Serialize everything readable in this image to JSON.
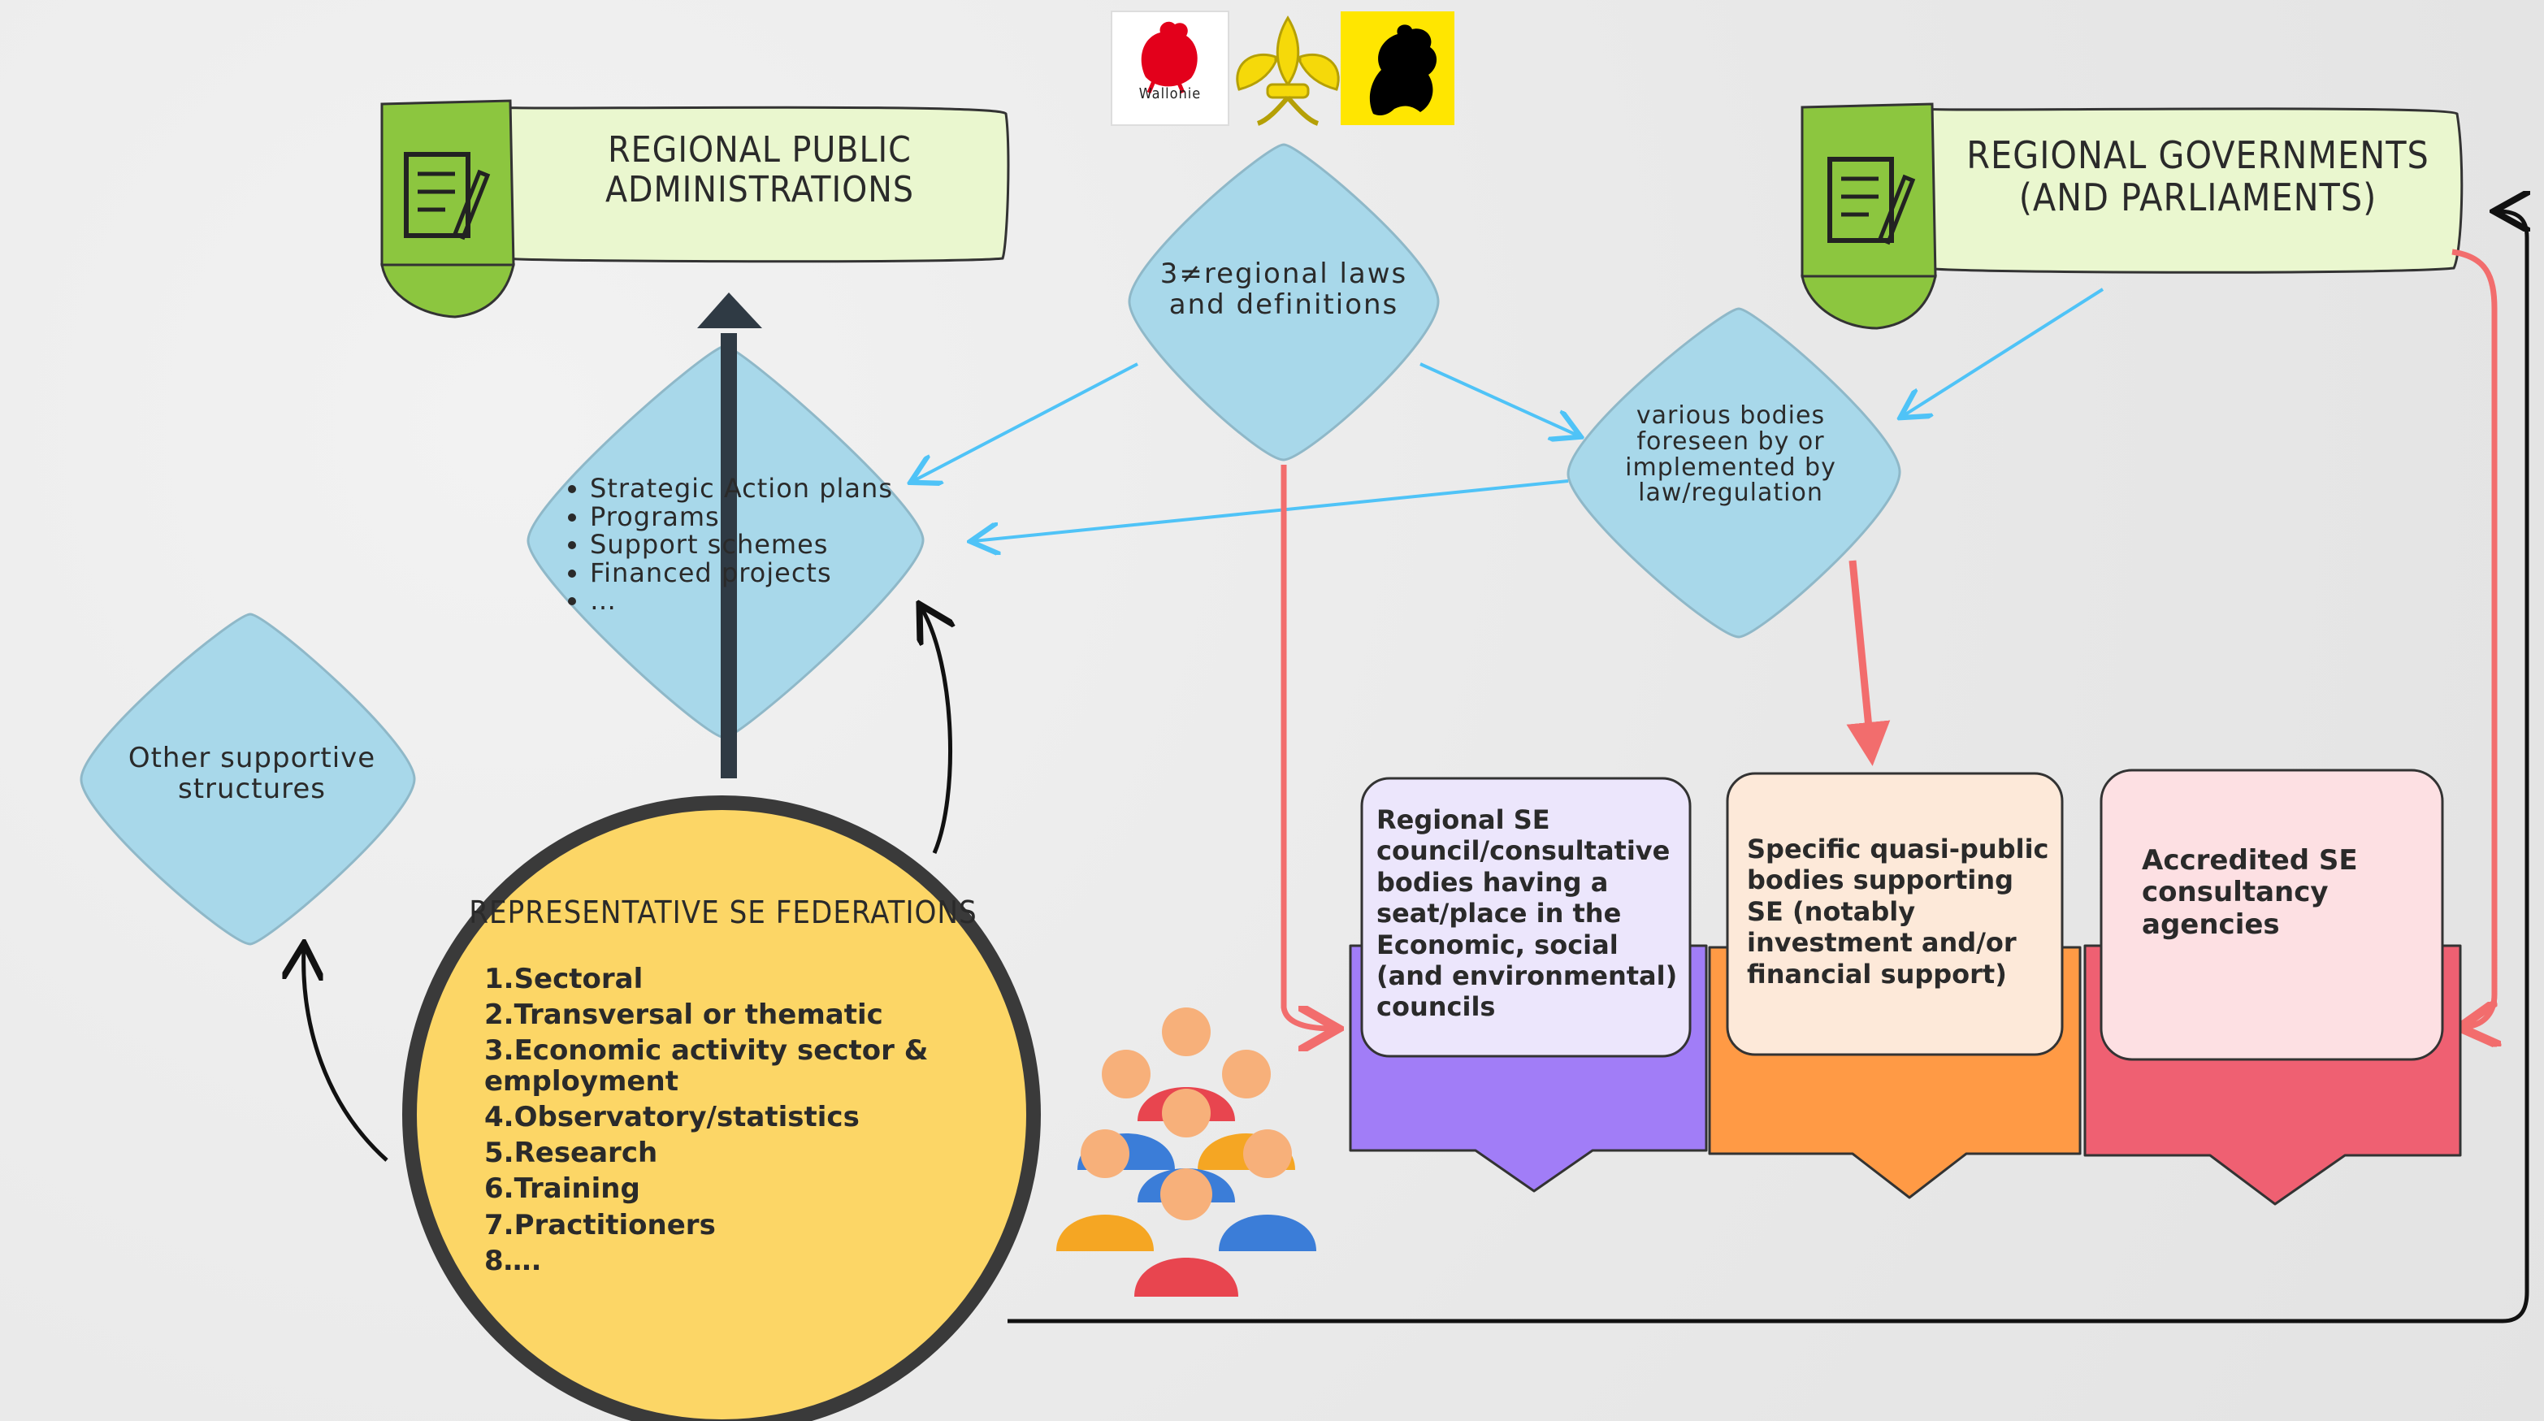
{
  "logos": [
    {
      "name": "Wallonie",
      "text": "Wallonie",
      "color": "#e3001b"
    },
    {
      "name": "Brussels iris",
      "color": "#f5d90a"
    },
    {
      "name": "Flemish lion",
      "color": "#ffe600"
    }
  ],
  "boxes": {
    "regional_public_administrations": {
      "line1": "REGIONAL PUBLIC",
      "line2": "ADMINISTRATIONS",
      "icon": "document-edit-icon"
    },
    "regional_governments": {
      "line1": "REGIONAL GOVERNMENTS",
      "line2": "(AND PARLIAMENTS)",
      "icon": "document-edit-icon"
    }
  },
  "diamonds": {
    "regional_laws": {
      "line1": "3≠regional laws",
      "line2": "and definitions"
    },
    "various_bodies": {
      "lines": [
        "various bodies",
        "foreseen by or",
        "implemented by",
        "law/regulation"
      ]
    },
    "strategic": {
      "items": [
        "Strategic Action plans",
        "Programs",
        "Support schemes",
        "Financed projects",
        "…"
      ]
    },
    "other_supportive": {
      "line1": "Other supportive",
      "line2": "structures"
    }
  },
  "federations": {
    "title": "REPRESENTATIVE SE FEDERATIONS",
    "items": [
      "1.Sectoral",
      "2.Transversal or thematic",
      "3.Economic activity sector & employment",
      "4.Observatory/statistics",
      "5.Research",
      "6.Training",
      "7.Practitioners",
      "8…."
    ]
  },
  "bubbles": {
    "regional_council": "Regional SE council/consultative bodies having a seat/place in the Economic, social (and environmental) councils",
    "quasi_public": "Specific quasi-public bodies supporting SE (notably investment and/or financial support)",
    "consultancy": "Accredited SE consultancy agencies"
  },
  "colors": {
    "green_box": "#eaf7cf",
    "green_tab": "#8cc63f",
    "diamond": "#a8d8ea",
    "federation": "#fcd666",
    "purple": "#a17df7",
    "orange": "#ff9a45",
    "red": "#ef6072",
    "arrow_blue": "#4fc3f7",
    "arrow_red": "#f26d6d"
  },
  "icons": [
    "document-edit-icon",
    "people-group-icon"
  ]
}
